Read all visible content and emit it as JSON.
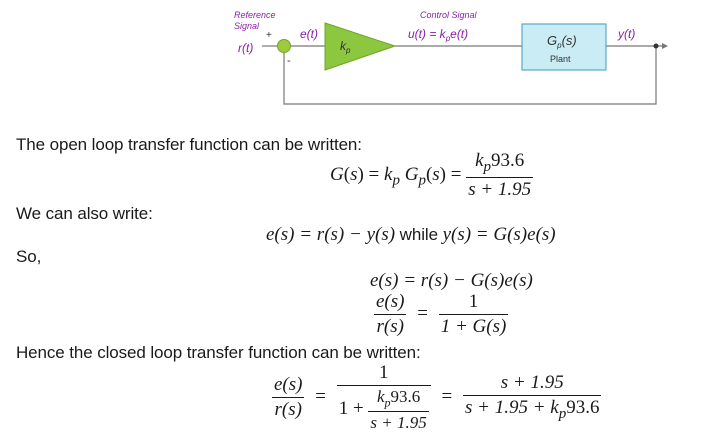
{
  "diagram": {
    "reference_label_line1": "Reference",
    "reference_label_line2": "Signal",
    "plus_sign": "+",
    "minus_sign": "-",
    "r_label": "r(t)",
    "e_label": "e(t)",
    "gain_label": "k_p",
    "control_label": "Control Signal",
    "u_label": "u(t) = k_p e(t)",
    "plant_tf": "G_p(s)",
    "plant_label": "Plant",
    "y_label": "y(t)",
    "colors": {
      "purple": "#8b1fa8",
      "gain_fill": "#8dc63f",
      "plant_fill": "#c9ecf5",
      "plant_border": "#5aa9c8",
      "line": "#777777"
    }
  },
  "text": {
    "line1": "The open loop transfer function can be written:",
    "line2": "We can also write:",
    "line3": "So,",
    "line4": "Hence the closed loop transfer function can be written:"
  },
  "eq1": {
    "lhs": "G(s) = k",
    "sub_p": "p",
    "mid": " G",
    "sub_p2": "p",
    "rest": "(s) = ",
    "num": "k",
    "num_sub": "p",
    "num_rest": "93.6",
    "den": "s + 1.95"
  },
  "eq2": {
    "part1": "e(s)  =  r(s) − y(s)",
    "while": " while ",
    "part2": "y(s)  =  G(s)e(s)"
  },
  "eq3": {
    "text": "e(s)  =  r(s) − G(s)e(s)"
  },
  "eq4": {
    "num": "e(s)",
    "den": "r(s)",
    "equals": "=",
    "rhs_num": "1",
    "rhs_den": "1 + G(s)"
  },
  "eq5": {
    "num": "e(s)",
    "den": "r(s)",
    "equals": "=",
    "mid_num": "1",
    "mid_den_prefix": "1 + ",
    "inner_num": "k",
    "inner_sub": "p",
    "inner_num_rest": "93.6",
    "inner_den": "s + 1.95",
    "equals2": "=",
    "rhs_num": "s + 1.95",
    "rhs_den_prefix": "s + 1.95 + k",
    "rhs_den_sub": "p",
    "rhs_den_rest": "93.6"
  }
}
